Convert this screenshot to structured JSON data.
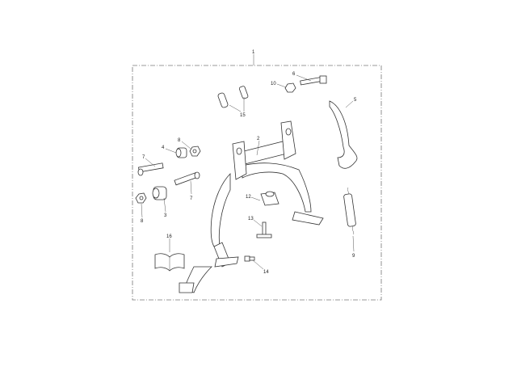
{
  "diagram": {
    "type": "exploded parts diagram",
    "frame_style": "dashed",
    "labels": [
      "1",
      "6",
      "10",
      "5",
      "15",
      "2",
      "8",
      "4",
      "7",
      "7",
      "12",
      "3",
      "8",
      "13",
      "16",
      "9",
      "14"
    ]
  }
}
